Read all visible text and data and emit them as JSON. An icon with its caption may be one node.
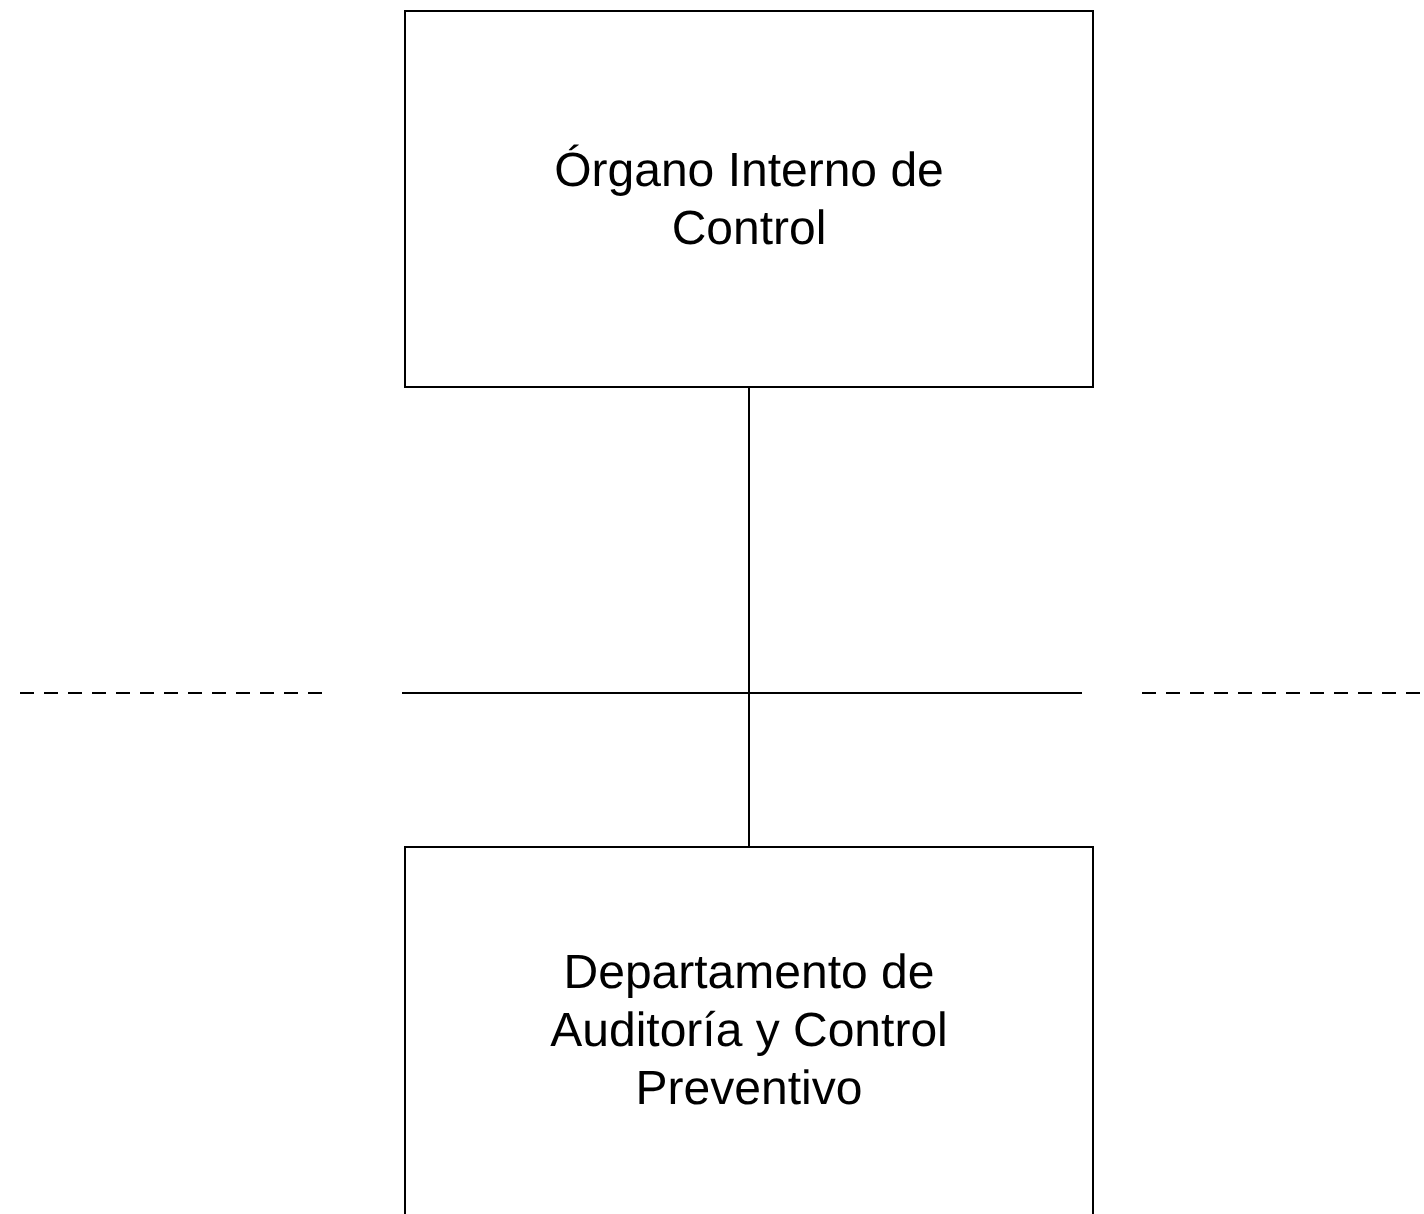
{
  "diagram": {
    "nodes": [
      {
        "text": [
          "Órgano Interno de Control"
        ]
      },
      {
        "text": [
          "Departamento de Auditoría y Control Preventivo"
        ]
      }
    ],
    "edges": [
      {
        "from": 0,
        "to": 1,
        "arrow": "none"
      }
    ]
  }
}
